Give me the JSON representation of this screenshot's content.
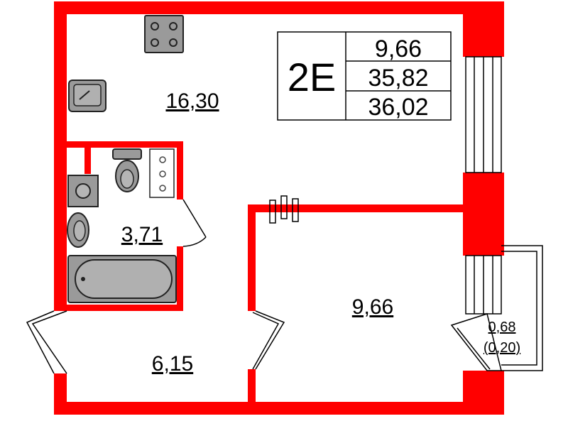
{
  "apartment": {
    "type_code": "2E",
    "areas": [
      "9,66",
      "35,82",
      "36,02"
    ]
  },
  "rooms": {
    "kitchen_living": "16,30",
    "bathroom": "3,71",
    "hall": "6,15",
    "bedroom": "9,66",
    "balcony_area": "0,68",
    "balcony_reduced": "(0,20)"
  },
  "colors": {
    "wall": "#ff0000",
    "fixture": "#9a9a9a",
    "line": "#000000",
    "background": "#ffffff"
  }
}
